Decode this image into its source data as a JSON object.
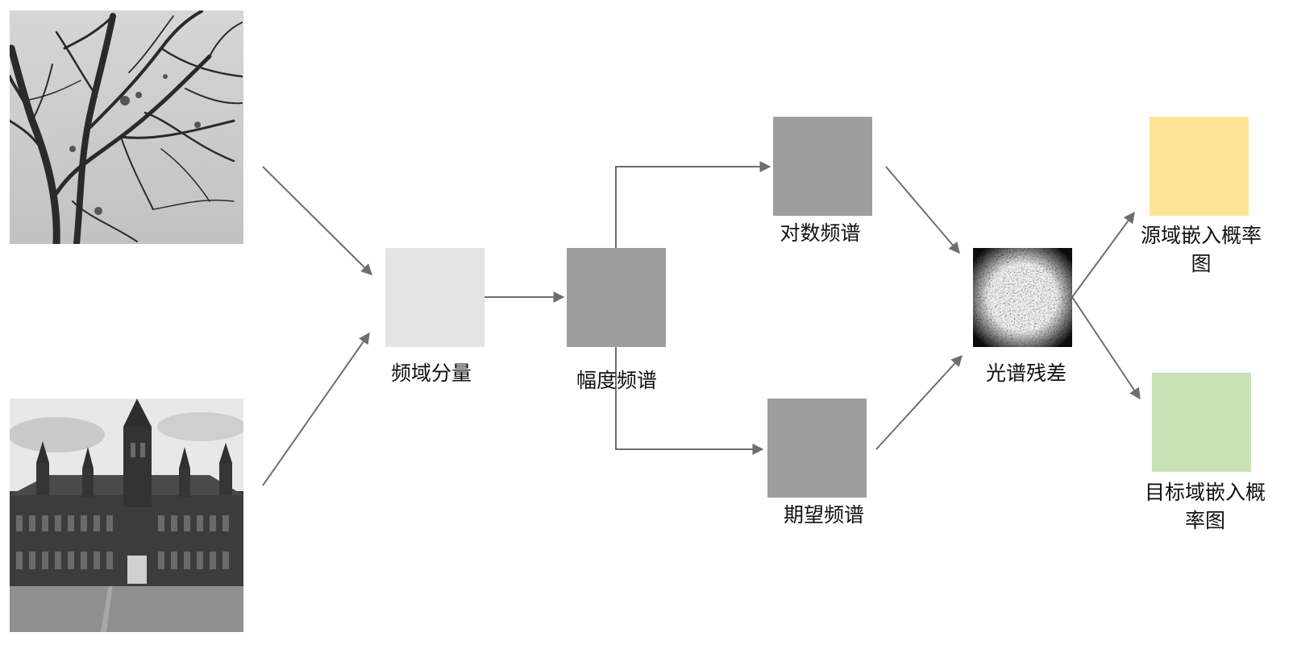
{
  "colors": {
    "background": "#ffffff",
    "arrow": "#6e6e6e",
    "frequency_component_box": "#e4e4e4",
    "spectrum_box": "#9e9e9e",
    "source_prob_map": "#fde496",
    "target_prob_map": "#c8e2b6"
  },
  "images": {
    "input_tree": "grayscale photo of bare tree branches",
    "input_building": "grayscale photo of a gothic building",
    "spectral_residual": "noisy grayscale spectral residual map"
  },
  "nodes": {
    "freq_component": {
      "label": "频域分量"
    },
    "amplitude_spectrum": {
      "label": "幅度频谱"
    },
    "log_spectrum": {
      "label": "对数频谱"
    },
    "expected_spectrum": {
      "label": "期望频谱"
    },
    "spectral_residual": {
      "label": "光谱残差"
    },
    "source_prob": {
      "label": "源域嵌入概率图"
    },
    "target_prob": {
      "label": "目标域嵌入概率图"
    }
  }
}
